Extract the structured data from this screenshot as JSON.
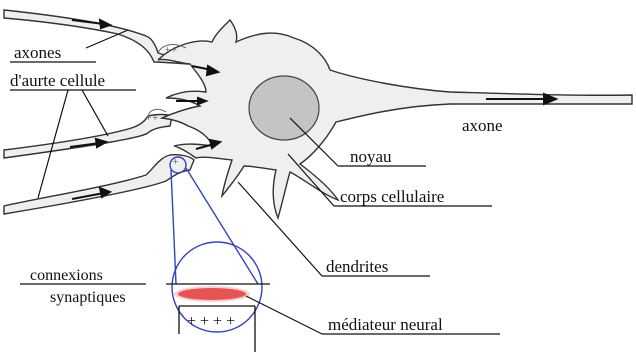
{
  "labels": {
    "axones_line1": "axones",
    "axones_line2": "d'aurte cellule",
    "axone": "axone",
    "noyau": "noyau",
    "corps": "corps cellulaire",
    "dendrites": "dendrites",
    "connexions_line1": "connexions",
    "connexions_line2": "synaptiques",
    "mediateur": "médiateur neural",
    "charges_plus": "+ + + +"
  },
  "colors": {
    "cell_fill": "#efefef",
    "cell_stroke": "#333333",
    "nucleus_fill": "#c4c4c4",
    "zoom_stroke": "#3344bb",
    "mediator": "#dd2222"
  }
}
